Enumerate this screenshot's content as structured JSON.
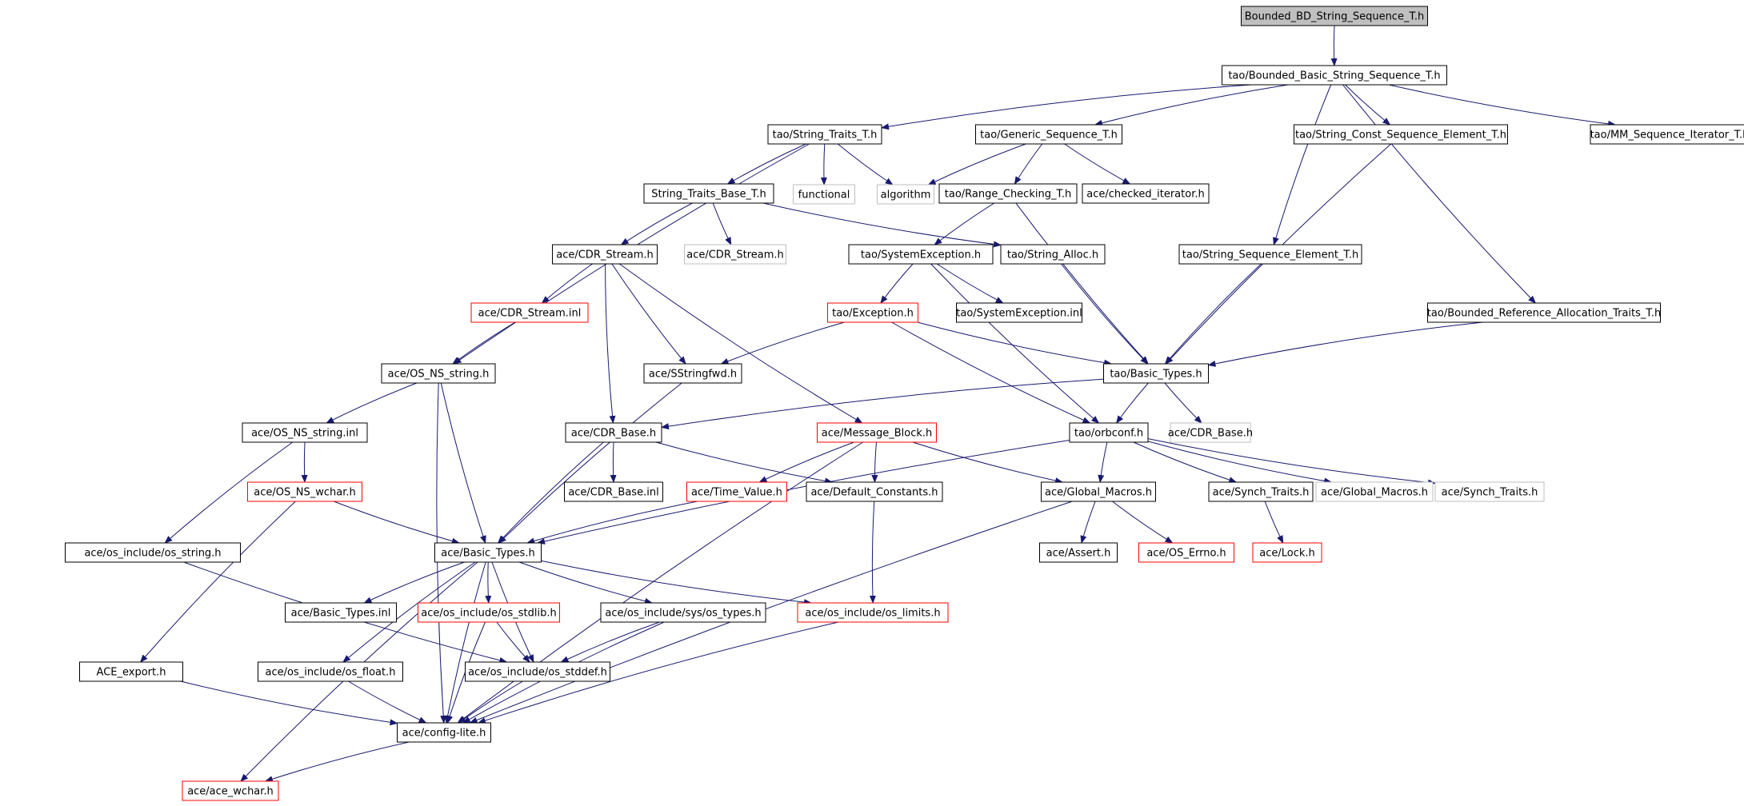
{
  "colors": {
    "edge": "#191970",
    "node_border": "#000000",
    "red_border": "#ff0000",
    "external_border": "#bfbfbf",
    "root_fill": "#bfbfbf",
    "text": "#000000"
  },
  "nodes": [
    {
      "id": "root",
      "label": "Bounded_BD_String_Sequence_T.h",
      "style": "root"
    },
    {
      "id": "bbsst",
      "label": "tao/Bounded_Basic_String_Sequence_T.h",
      "style": "normal"
    },
    {
      "id": "stt",
      "label": "tao/String_Traits_T.h",
      "style": "normal"
    },
    {
      "id": "gst",
      "label": "tao/Generic_Sequence_T.h",
      "style": "normal"
    },
    {
      "id": "scset",
      "label": "tao/String_Const_Sequence_Element_T.h",
      "style": "normal"
    },
    {
      "id": "mmsit",
      "label": "tao/MM_Sequence_Iterator_T.h",
      "style": "normal"
    },
    {
      "id": "stbt",
      "label": "String_Traits_Base_T.h",
      "style": "normal"
    },
    {
      "id": "functional",
      "label": "functional",
      "style": "external"
    },
    {
      "id": "algorithm",
      "label": "algorithm",
      "style": "external"
    },
    {
      "id": "rct",
      "label": "tao/Range_Checking_T.h",
      "style": "normal"
    },
    {
      "id": "chkit",
      "label": "ace/checked_iterator.h",
      "style": "normal"
    },
    {
      "id": "cdrs",
      "label": "ace/CDR_Stream.h",
      "style": "normal"
    },
    {
      "id": "cdrsx",
      "label": "ace/CDR_Stream.h",
      "style": "external"
    },
    {
      "id": "sysex",
      "label": "tao/SystemException.h",
      "style": "normal"
    },
    {
      "id": "stralloc",
      "label": "tao/String_Alloc.h",
      "style": "normal"
    },
    {
      "id": "sset",
      "label": "tao/String_Sequence_Element_T.h",
      "style": "normal"
    },
    {
      "id": "cdrsinl",
      "label": "ace/CDR_Stream.inl",
      "style": "red"
    },
    {
      "id": "exc",
      "label": "tao/Exception.h",
      "style": "red"
    },
    {
      "id": "sysexinl",
      "label": "tao/SystemException.inl",
      "style": "normal"
    },
    {
      "id": "bratt",
      "label": "tao/Bounded_Reference_Allocation_Traits_T.h",
      "style": "normal"
    },
    {
      "id": "osns",
      "label": "ace/OS_NS_string.h",
      "style": "normal"
    },
    {
      "id": "ssfwd",
      "label": "ace/SStringfwd.h",
      "style": "normal"
    },
    {
      "id": "taobt",
      "label": "tao/Basic_Types.h",
      "style": "normal"
    },
    {
      "id": "osnsinl",
      "label": "ace/OS_NS_string.inl",
      "style": "normal"
    },
    {
      "id": "cdrb",
      "label": "ace/CDR_Base.h",
      "style": "normal"
    },
    {
      "id": "msgb",
      "label": "ace/Message_Block.h",
      "style": "red"
    },
    {
      "id": "orbconf",
      "label": "tao/orbconf.h",
      "style": "normal"
    },
    {
      "id": "cdrbx",
      "label": "ace/CDR_Base.h",
      "style": "external"
    },
    {
      "id": "osnsw",
      "label": "ace/OS_NS_wchar.h",
      "style": "red"
    },
    {
      "id": "cdrbinl",
      "label": "ace/CDR_Base.inl",
      "style": "normal"
    },
    {
      "id": "tv",
      "label": "ace/Time_Value.h",
      "style": "red"
    },
    {
      "id": "defc",
      "label": "ace/Default_Constants.h",
      "style": "normal"
    },
    {
      "id": "gm",
      "label": "ace/Global_Macros.h",
      "style": "normal"
    },
    {
      "id": "synch",
      "label": "ace/Synch_Traits.h",
      "style": "normal"
    },
    {
      "id": "gmx",
      "label": "ace/Global_Macros.h",
      "style": "external"
    },
    {
      "id": "synchx",
      "label": "ace/Synch_Traits.h",
      "style": "external"
    },
    {
      "id": "osstr",
      "label": "ace/os_include/os_string.h",
      "style": "normal"
    },
    {
      "id": "acebt",
      "label": "ace/Basic_Types.h",
      "style": "normal"
    },
    {
      "id": "assert",
      "label": "ace/Assert.h",
      "style": "normal"
    },
    {
      "id": "oserrno",
      "label": "ace/OS_Errno.h",
      "style": "red"
    },
    {
      "id": "lock",
      "label": "ace/Lock.h",
      "style": "red"
    },
    {
      "id": "acebtinl",
      "label": "ace/Basic_Types.inl",
      "style": "normal"
    },
    {
      "id": "osstdlib",
      "label": "ace/os_include/os_stdlib.h",
      "style": "red"
    },
    {
      "id": "ostypes",
      "label": "ace/os_include/sys/os_types.h",
      "style": "normal"
    },
    {
      "id": "oslimits",
      "label": "ace/os_include/os_limits.h",
      "style": "red"
    },
    {
      "id": "aceexp",
      "label": "ACE_export.h",
      "style": "normal"
    },
    {
      "id": "osfloat",
      "label": "ace/os_include/os_float.h",
      "style": "normal"
    },
    {
      "id": "osstddef",
      "label": "ace/os_include/os_stddef.h",
      "style": "normal"
    },
    {
      "id": "cfgl",
      "label": "ace/config-lite.h",
      "style": "normal"
    },
    {
      "id": "wchar",
      "label": "ace/ace_wchar.h",
      "style": "red"
    }
  ],
  "edges": [
    [
      "root",
      "bbsst"
    ],
    [
      "bbsst",
      "stt"
    ],
    [
      "bbsst",
      "gst"
    ],
    [
      "bbsst",
      "scset"
    ],
    [
      "bbsst",
      "mmsit"
    ],
    [
      "bbsst",
      "sset"
    ],
    [
      "bbsst",
      "bratt"
    ],
    [
      "stt",
      "stbt"
    ],
    [
      "stt",
      "functional"
    ],
    [
      "stt",
      "algorithm"
    ],
    [
      "stt",
      "osns"
    ],
    [
      "gst",
      "algorithm"
    ],
    [
      "gst",
      "rct"
    ],
    [
      "gst",
      "chkit"
    ],
    [
      "scset",
      "taobt"
    ],
    [
      "stbt",
      "cdrs"
    ],
    [
      "stbt",
      "cdrsx"
    ],
    [
      "stbt",
      "stralloc"
    ],
    [
      "rct",
      "sysex"
    ],
    [
      "rct",
      "taobt"
    ],
    [
      "cdrs",
      "cdrsinl"
    ],
    [
      "cdrs",
      "ssfwd"
    ],
    [
      "cdrs",
      "cdrb"
    ],
    [
      "cdrs",
      "msgb"
    ],
    [
      "sysex",
      "exc"
    ],
    [
      "sysex",
      "sysexinl"
    ],
    [
      "sysex",
      "orbconf"
    ],
    [
      "stralloc",
      "taobt"
    ],
    [
      "sset",
      "taobt"
    ],
    [
      "cdrsinl",
      "osns"
    ],
    [
      "exc",
      "ssfwd"
    ],
    [
      "exc",
      "taobt"
    ],
    [
      "exc",
      "orbconf"
    ],
    [
      "bratt",
      "taobt"
    ],
    [
      "osns",
      "osnsinl"
    ],
    [
      "osns",
      "acebt"
    ],
    [
      "osns",
      "cfgl"
    ],
    [
      "ssfwd",
      "acebt"
    ],
    [
      "taobt",
      "cdrb"
    ],
    [
      "taobt",
      "orbconf"
    ],
    [
      "taobt",
      "cdrbx"
    ],
    [
      "osnsinl",
      "osnsw"
    ],
    [
      "osnsinl",
      "osstr"
    ],
    [
      "cdrb",
      "cdrbinl"
    ],
    [
      "cdrb",
      "defc"
    ],
    [
      "cdrb",
      "acebt"
    ],
    [
      "msgb",
      "tv"
    ],
    [
      "msgb",
      "defc"
    ],
    [
      "msgb",
      "gm"
    ],
    [
      "msgb",
      "cfgl"
    ],
    [
      "orbconf",
      "gm"
    ],
    [
      "orbconf",
      "synch"
    ],
    [
      "orbconf",
      "gmx"
    ],
    [
      "orbconf",
      "synchx"
    ],
    [
      "orbconf",
      "acebt"
    ],
    [
      "osnsw",
      "acebt"
    ],
    [
      "osnsw",
      "aceexp"
    ],
    [
      "tv",
      "acebt"
    ],
    [
      "defc",
      "oslimits"
    ],
    [
      "gm",
      "assert"
    ],
    [
      "gm",
      "oserrno"
    ],
    [
      "gm",
      "cfgl"
    ],
    [
      "synch",
      "lock"
    ],
    [
      "osstr",
      "osstddef"
    ],
    [
      "acebt",
      "acebtinl"
    ],
    [
      "acebt",
      "osstdlib"
    ],
    [
      "acebt",
      "ostypes"
    ],
    [
      "acebt",
      "oslimits"
    ],
    [
      "acebt",
      "osfloat"
    ],
    [
      "acebt",
      "osstddef"
    ],
    [
      "acebt",
      "cfgl"
    ],
    [
      "acebt",
      "wchar"
    ],
    [
      "osstdlib",
      "osstddef"
    ],
    [
      "osstdlib",
      "cfgl"
    ],
    [
      "ostypes",
      "osstddef"
    ],
    [
      "ostypes",
      "cfgl"
    ],
    [
      "oslimits",
      "cfgl"
    ],
    [
      "aceexp",
      "cfgl"
    ],
    [
      "osfloat",
      "cfgl"
    ],
    [
      "osstddef",
      "cfgl"
    ],
    [
      "cfgl",
      "wchar"
    ]
  ]
}
